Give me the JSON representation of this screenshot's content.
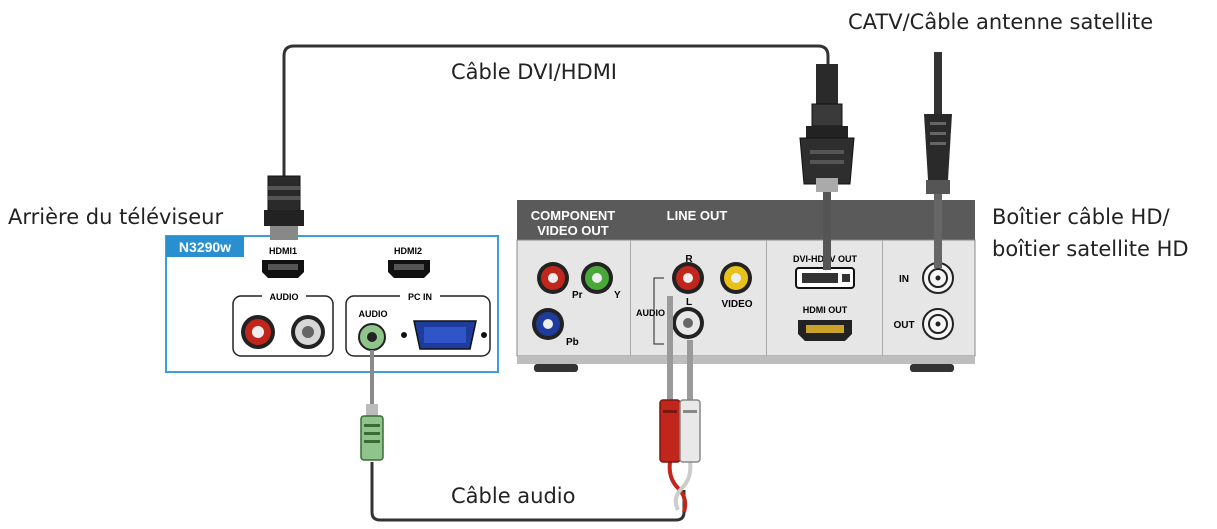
{
  "labels": {
    "catv": "CATV/Câble antenne satellite",
    "dvi_cable": "Câble DVI/HDMI",
    "tv_back": "Arrière du téléviseur",
    "box_line1": "Boîtier câble HD/",
    "box_line2": "boîtier satellite HD",
    "audio_cable": "Câble audio"
  },
  "tv_panel": {
    "model": "N3290w",
    "hdmi1": "HDMI1",
    "hdmi2": "HDMI2",
    "audio": "AUDIO",
    "pc_in": "PC IN",
    "pc_audio": "AUDIO"
  },
  "box_panel": {
    "component_line1": "COMPONENT",
    "component_line2": "VIDEO OUT",
    "line_out": "LINE OUT",
    "pr": "Pr",
    "y": "Y",
    "pb": "Pb",
    "r": "R",
    "l": "L",
    "audio": "AUDIO",
    "video": "VIDEO",
    "dvi_out": "DVI-HDTV OUT",
    "hdmi_out": "HDMI OUT",
    "in": "IN",
    "out": "OUT"
  },
  "colors": {
    "tv_border": "#3aa0dc",
    "model_badge": "#2a8fd0",
    "box_header": "#5a5a5a",
    "box_body": "#e6e6e6",
    "cable": "#333333",
    "red": "#c0261c",
    "green": "#4aa83a",
    "blue": "#1d3c9c",
    "yellow": "#e8c21a",
    "audio_plug": "#8fc48a"
  }
}
